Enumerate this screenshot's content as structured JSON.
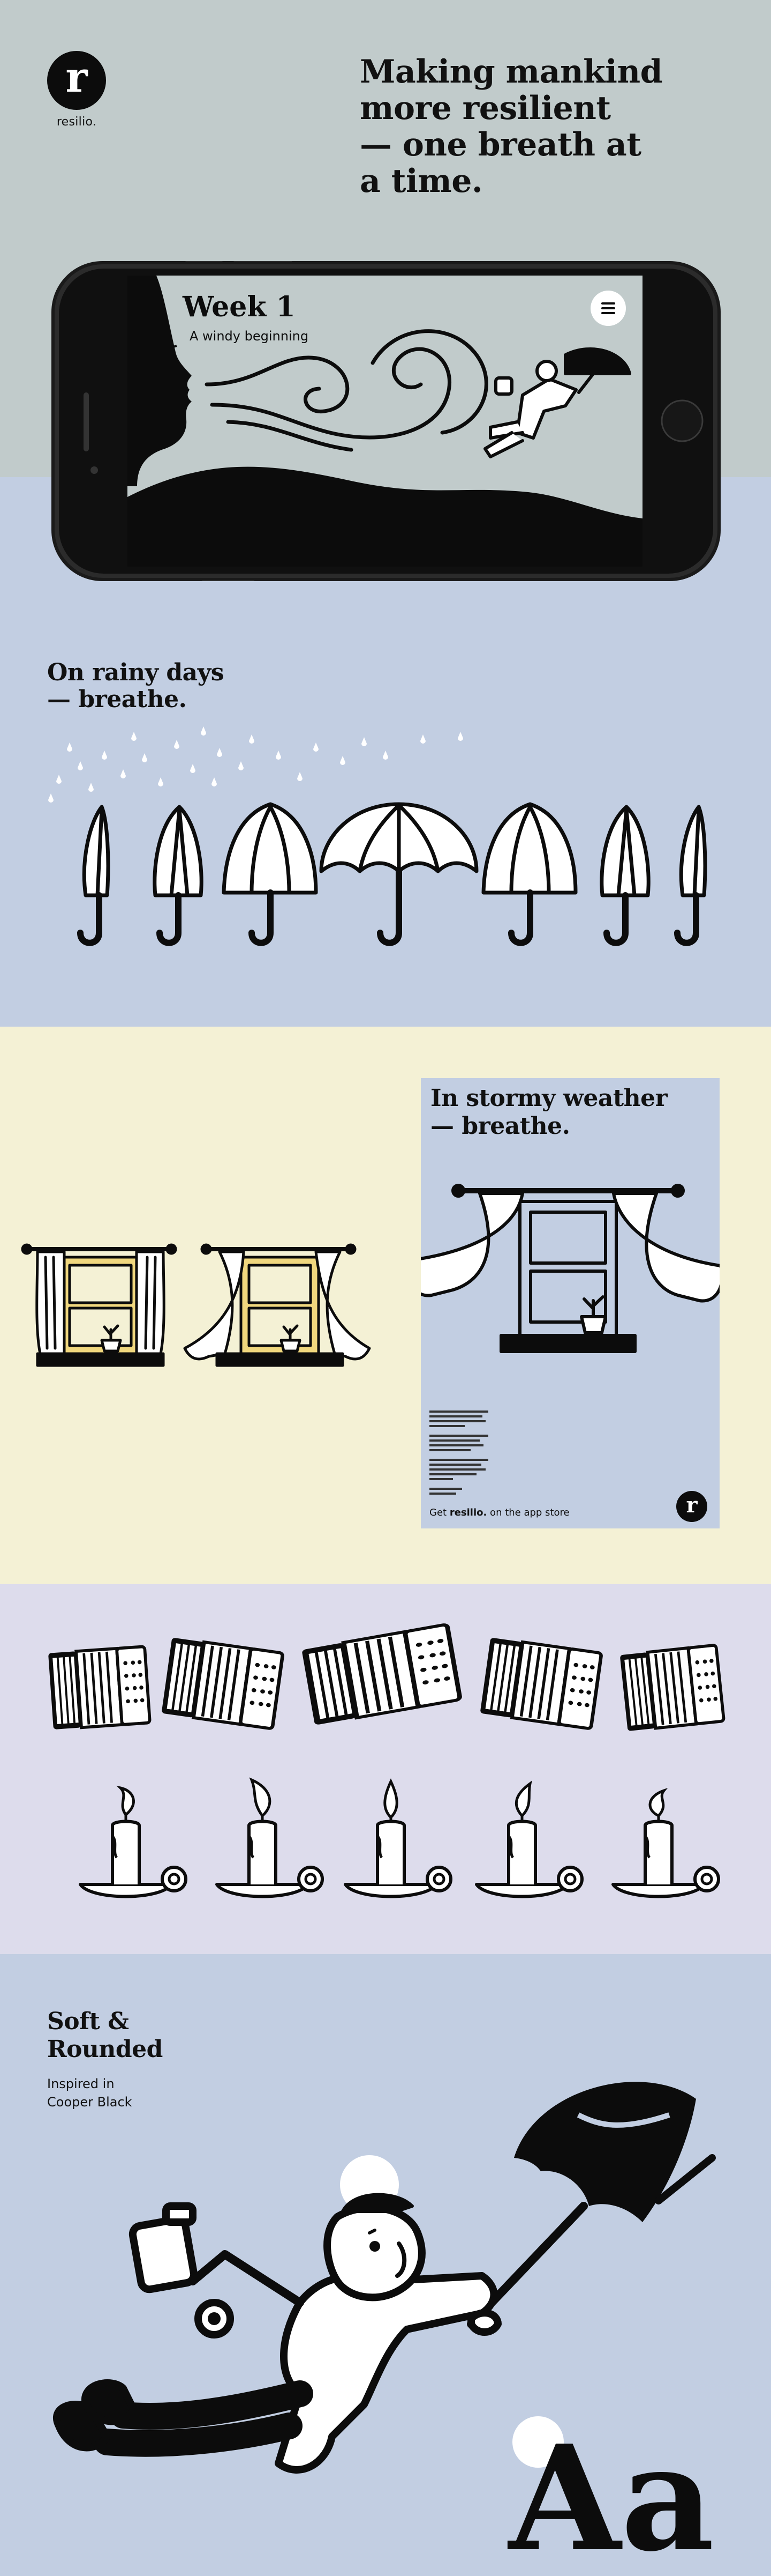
{
  "brand": {
    "logo_letter": "r",
    "name": "resilio."
  },
  "hero": {
    "headline_lines": [
      "Making mankind",
      "more resilient",
      "— one breath at",
      "a time."
    ]
  },
  "phone_screen": {
    "week_title": "Week 1",
    "week_subtitle": "A windy beginning",
    "menu_icon": "hamburger-icon"
  },
  "rainy": {
    "title_lines": [
      "On rainy days",
      "— breathe."
    ]
  },
  "stormy": {
    "poster_title_lines": [
      "In stormy weather",
      "— breathe."
    ],
    "poster_footer_prefix": "Get ",
    "poster_footer_brand": "resilio.",
    "poster_footer_suffix": " on the app store",
    "poster_logo_letter": "r"
  },
  "typography": {
    "title_lines": [
      "Soft &",
      "Rounded"
    ],
    "subtitle_lines": [
      "Inspired in",
      "Cooper Black"
    ],
    "specimen": "Aa"
  },
  "colors": {
    "sage": "#c1cbcb",
    "blue": "#c2cee2",
    "cream": "#f4f1d5",
    "lavender": "#dddcec",
    "ink": "#0c0c0c"
  }
}
